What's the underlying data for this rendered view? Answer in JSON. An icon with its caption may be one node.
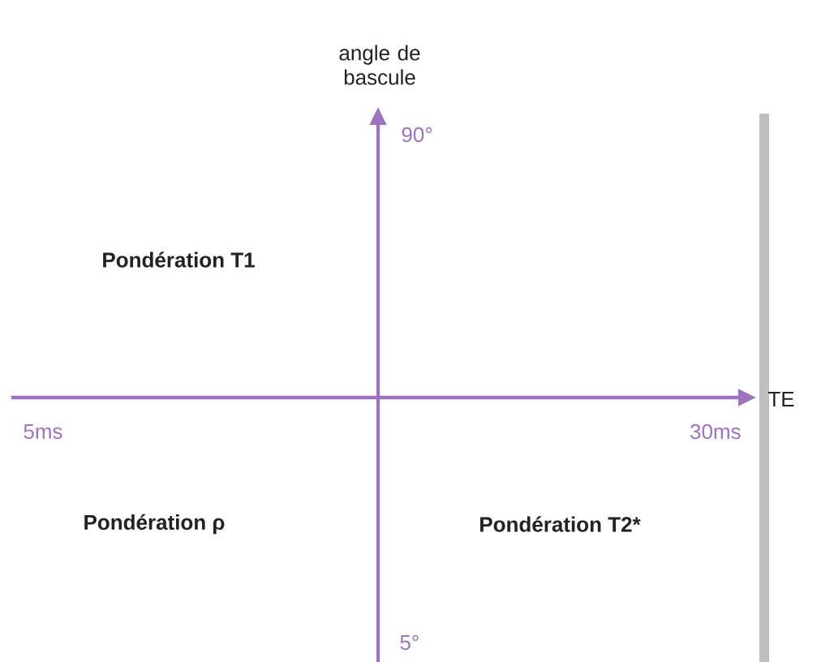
{
  "diagram": {
    "labels": [
      "angle de bascule",
      "90°",
      "Pondération T1",
      "TE",
      "5ms",
      "30ms",
      "Pondération ρ",
      "Pondération T2*",
      "5°"
    ]
  }
}
